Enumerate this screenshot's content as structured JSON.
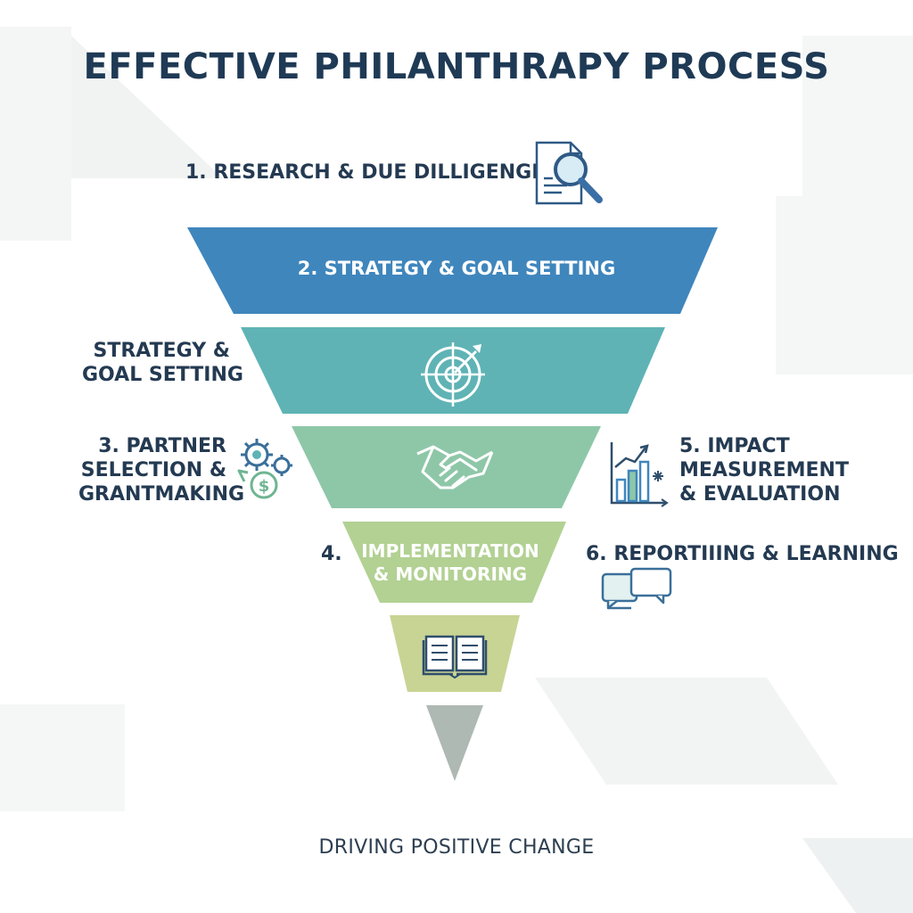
{
  "title": "EFFECTIVE PHILANTHRAPY PROCESS",
  "step1": "1. RESEARCH & DUE DILLIGENGE",
  "band1": "2. STRATEGY & GOAL SETTING",
  "left2": {
    "line1": "STRATEGY &",
    "line2": "GOAL SETTING"
  },
  "left3": {
    "line1": "3. PARTNER",
    "line2": "SELECTION &",
    "line3": "GRANTMAKING"
  },
  "right5": {
    "line1": "5. IMPACT",
    "line2": "MEASUREMENT",
    "line3": "& EVALUATION"
  },
  "left4": "4.",
  "band4": {
    "line1": "IMPLEMENTATION",
    "line2": "& MONITORING"
  },
  "right6": "6. REPORTIIING & LEARNING",
  "footer": "DRIVING POSITIVE CHANGE",
  "icons": {
    "research": "document-magnifier-icon",
    "target": "target-arrow-icon",
    "handshake": "handshake-icon",
    "gears": "gears-dollar-icon",
    "chart": "bar-chart-growth-icon",
    "chat": "chat-bubbles-icon",
    "book": "open-book-icon"
  },
  "colors": {
    "band1": "#3f86bd",
    "band2": "#5fb3b5",
    "band3": "#8ec7a8",
    "band4": "#b2d193",
    "band5": "#c8d494",
    "band6": "#aeb9b3",
    "text": "#243a52"
  }
}
